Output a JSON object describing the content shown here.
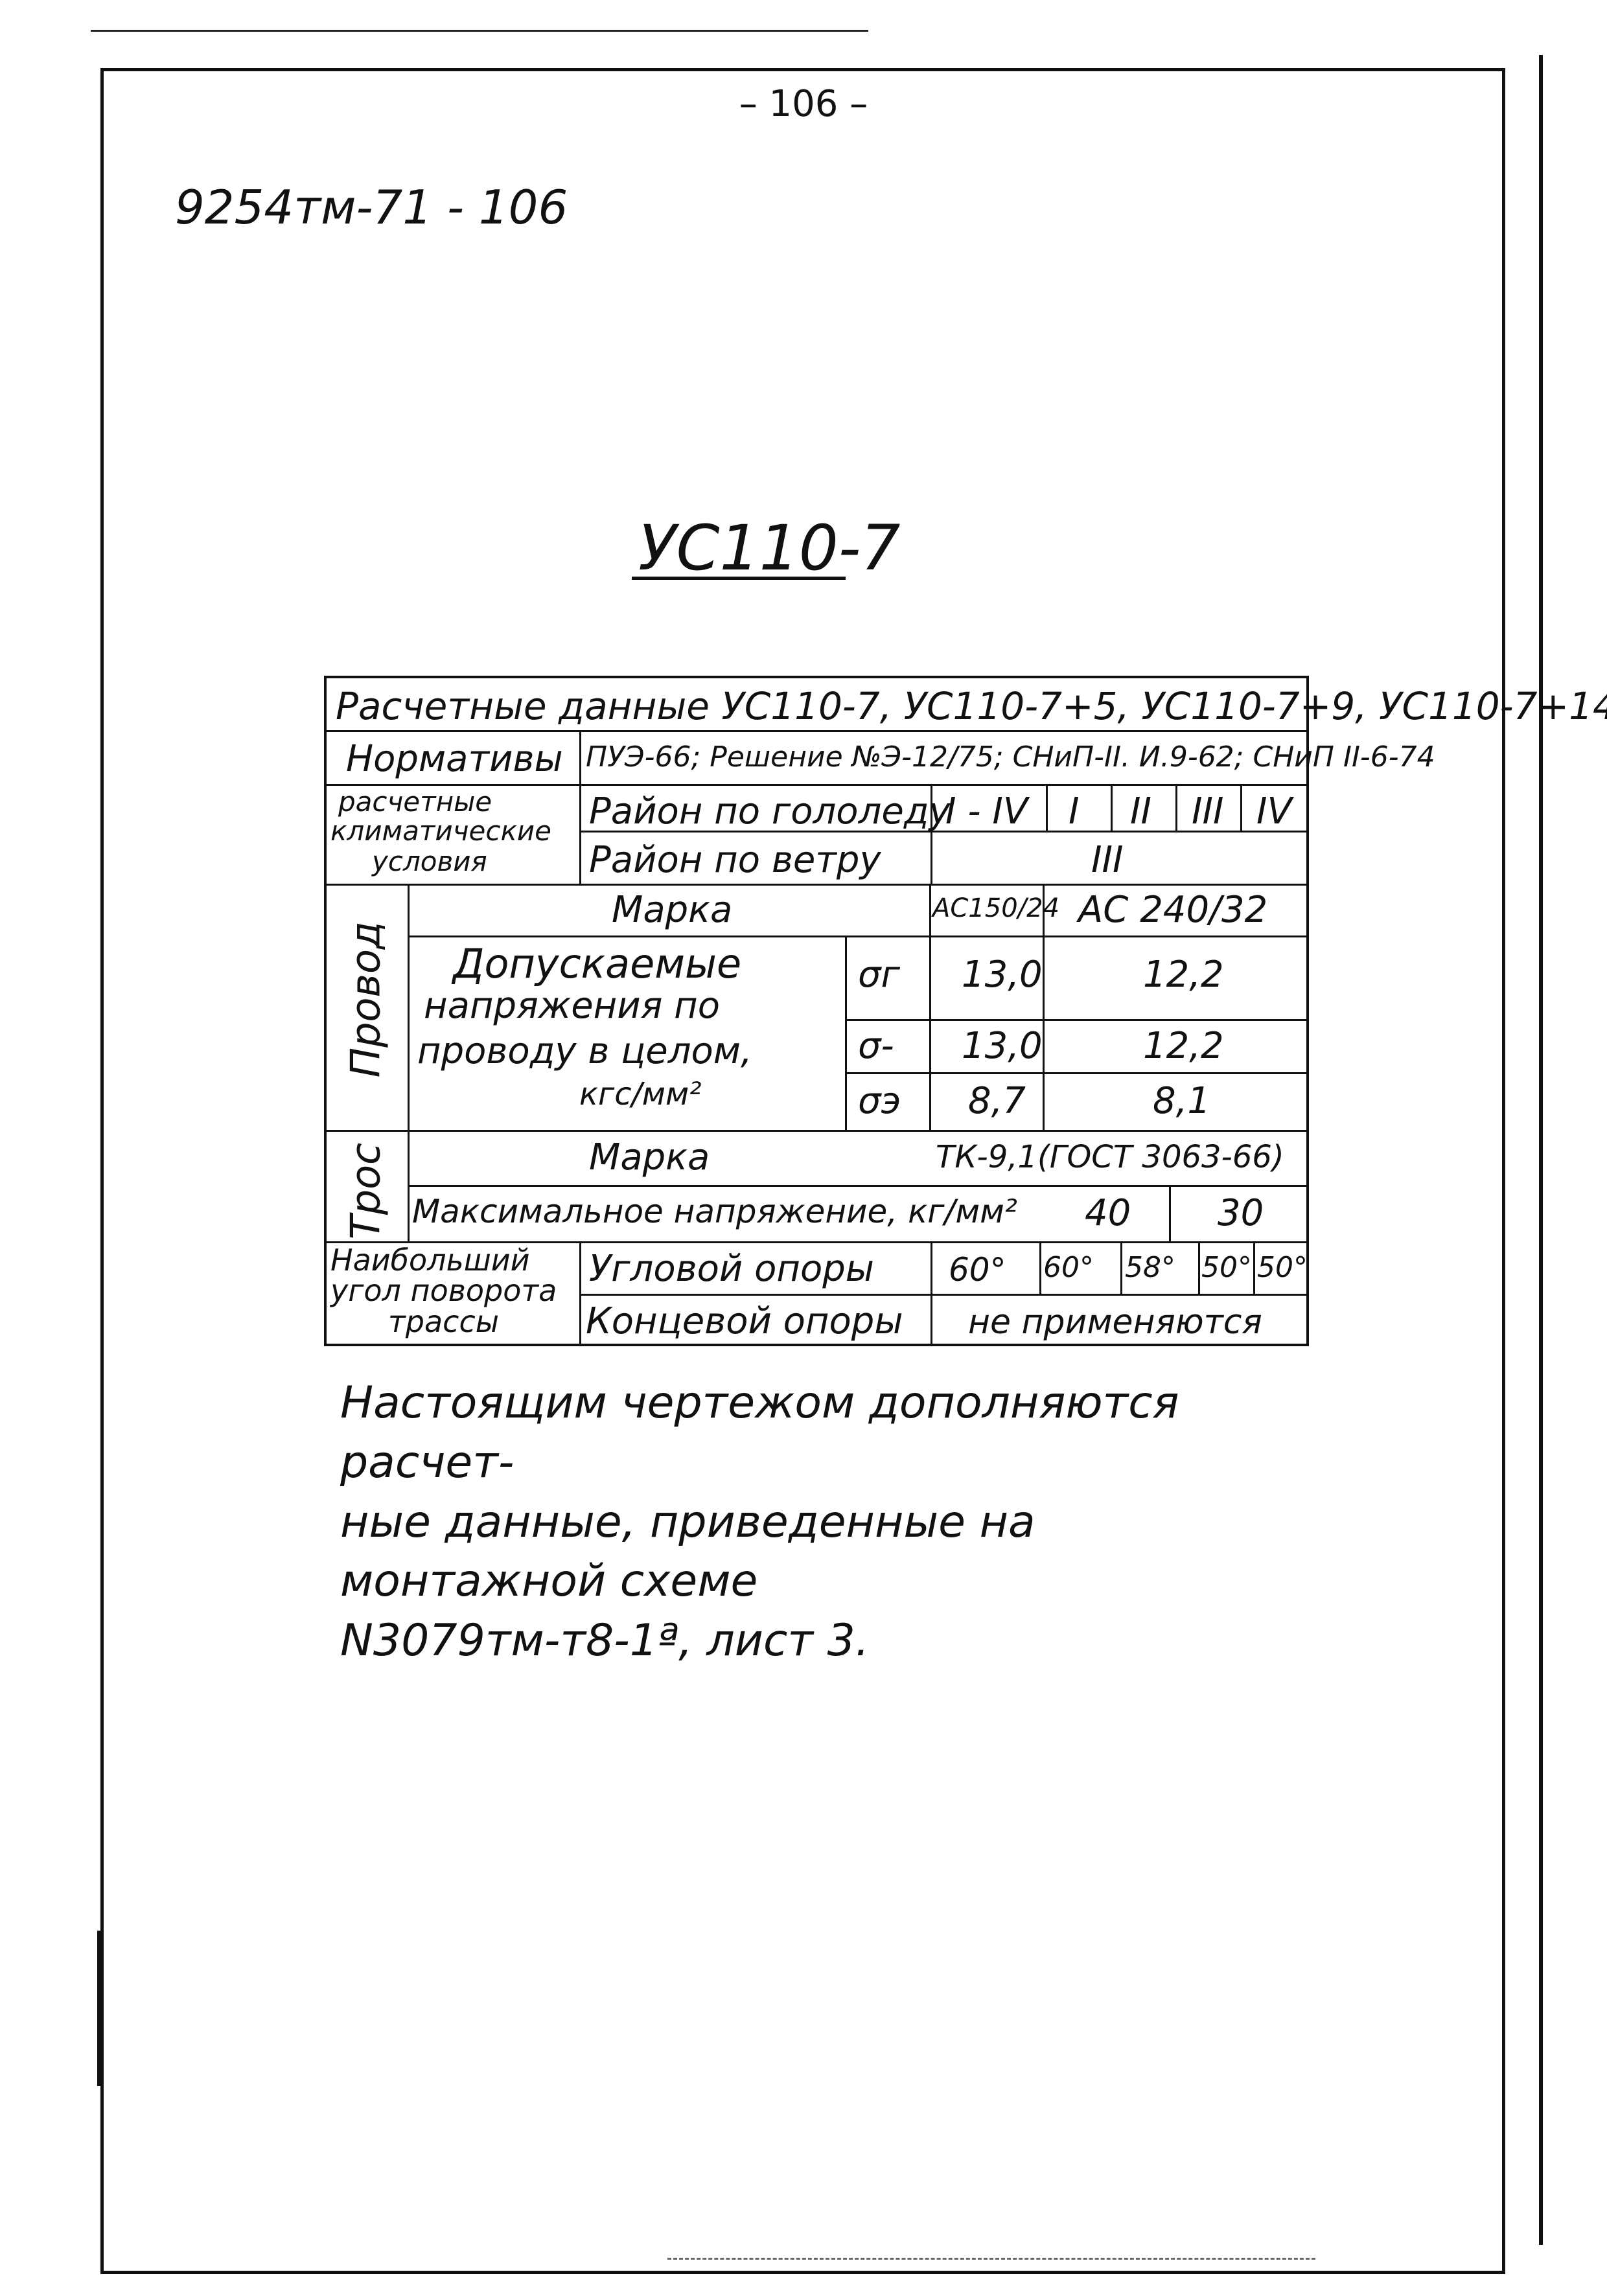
{
  "page": {
    "number": "– 106 –",
    "doc_code": "9254тм-71 - 106",
    "title": "УС110-7"
  },
  "table": {
    "header": "Расчетные данные УС110-7, УС110-7+5, УС110-7+9, УС110-7+14",
    "normatives_label": "Нормативы",
    "normatives_value": "ПУЭ-66; Решение №Э-12/75; СНиП-II. И.9-62; СНиП II-6-74",
    "climate_label": [
      "расчетные",
      "климатические",
      "условия"
    ],
    "ice_region_label": "Район по гололеду",
    "ice_regions": [
      "I - IV",
      "I",
      "II",
      "III",
      "IV"
    ],
    "wind_region_label": "Район по ветру",
    "wind_region_value": "III",
    "wire_group_label": "Провод",
    "wire_brand_label": "Марка",
    "wire_brand_1": "АС150/24",
    "wire_brand_2": "АС 240/32",
    "stress_label": [
      "Допускаемые",
      "напряжения по",
      "проводу в целом,",
      "кгс/мм²"
    ],
    "stress_rows": [
      {
        "symbol": "σг",
        "v1": "13,0",
        "v2": "12,2"
      },
      {
        "symbol": "σ-",
        "v1": "13,0",
        "v2": "12,2"
      },
      {
        "symbol": "σэ",
        "v1": "8,7",
        "v2": "8,1"
      }
    ],
    "cable_group_label": "Трос",
    "cable_brand_label": "Марка",
    "cable_brand_value": "ТК-9,1(ГОСТ 3063-66)",
    "cable_max_stress_label": "Максимальное напряжение, кг/мм²",
    "cable_max_stress_values": [
      "40",
      "30"
    ],
    "angle_label": [
      "Наибольший",
      "угол поворота",
      "трассы"
    ],
    "corner_support_label": "Угловой опоры",
    "corner_support_values": [
      "60°",
      "60°",
      "58°",
      "50°",
      "50°"
    ],
    "end_support_label": "Концевой опоры",
    "end_support_value": "не применяются"
  },
  "note": {
    "line1": "Настоящим чертежом дополняются расчет-",
    "line2": "ные данные, приведенные на монтажной схеме",
    "line3": "N3079тм-т8-1ª, лист 3."
  }
}
